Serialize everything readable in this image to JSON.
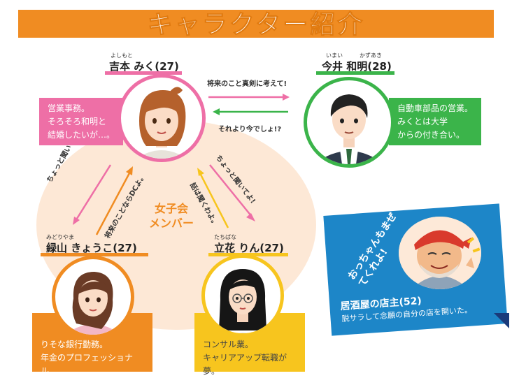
{
  "title": "キャラクター紹介",
  "group_label_line1": "女子会",
  "group_label_line2": "メンバー",
  "characters": {
    "yoshimoto": {
      "ruby": "よしもと",
      "name": "吉本 みく(27)",
      "desc": [
        "営業事務。",
        "そろそろ和明と",
        "結婚したいが…。"
      ]
    },
    "imai": {
      "ruby_family": "いまい",
      "ruby_given": "かずあき",
      "name": "今井 和明(28)",
      "desc": [
        "自動車部品の営業。",
        "みくとは大学",
        "からの付き合い。"
      ]
    },
    "midoriyama": {
      "ruby": "みどりやま",
      "name": "緑山 きょうこ(27)",
      "desc": [
        "りそな銀行勤務。",
        "年金のプロフェッショナル。"
      ]
    },
    "tachibana": {
      "ruby": "たちばな",
      "name": "立花 りん(27)",
      "desc": [
        "コンサル業。",
        "キャリアアップ転職が夢。"
      ]
    },
    "owner": {
      "speech": "おっちゃんもまぜてくれよ!",
      "name": "居酒屋の店主(52)",
      "desc": "脱サラして念願の自分の店を開いた。"
    }
  },
  "arrows": {
    "miku_to_kazuaki": "将来のこと真剣に考えて!",
    "kazuaki_to_miku": "それより今でしょ!?",
    "kyoko_to_miku": "ちょっと聞いてよ!",
    "miku_to_kyoko": "将来のことならDCよ。",
    "miku_to_rin": "ちょっと聞いてよ!",
    "rin_to_miku": "話は聞くわよ。"
  },
  "colors": {
    "orange": "#f08c22",
    "pink": "#ee6fa6",
    "green": "#3bb44a",
    "yellow": "#f7c51e",
    "blue": "#1d86c8"
  }
}
